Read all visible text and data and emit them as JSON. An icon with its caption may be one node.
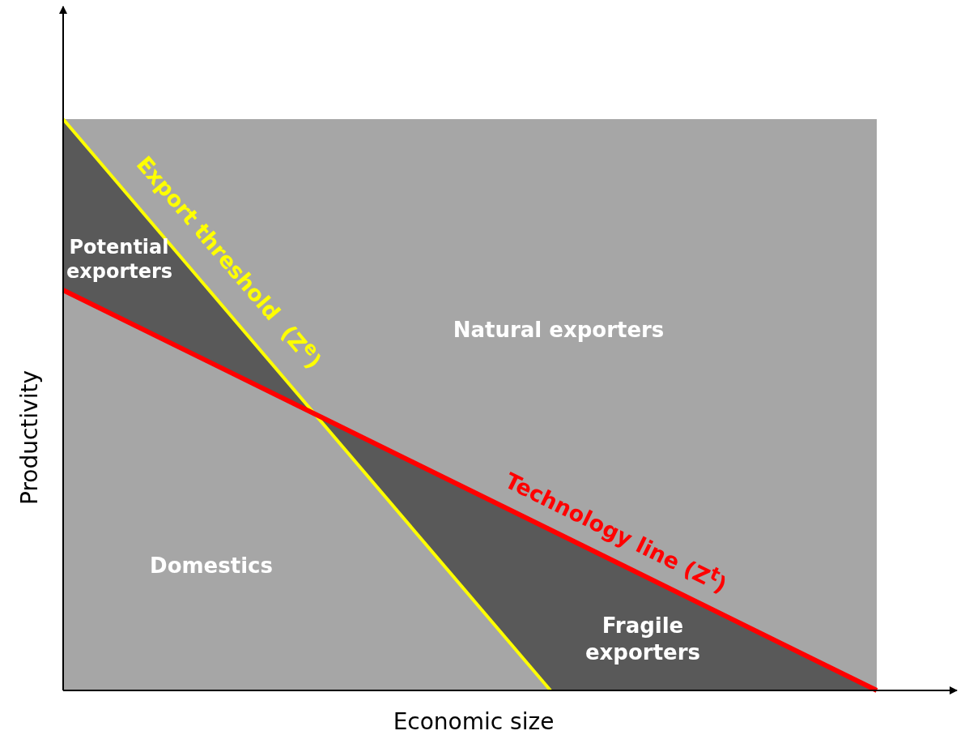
{
  "diagram": {
    "labels": [
      "Export threshold  (Z$^{e}$)",
      "Potential exporters",
      "Natural exporters",
      "Productivity",
      "Technology line (Z$^{t}$)",
      "Domestics",
      "Fragile exporters",
      "Economic size"
    ]
  }
}
